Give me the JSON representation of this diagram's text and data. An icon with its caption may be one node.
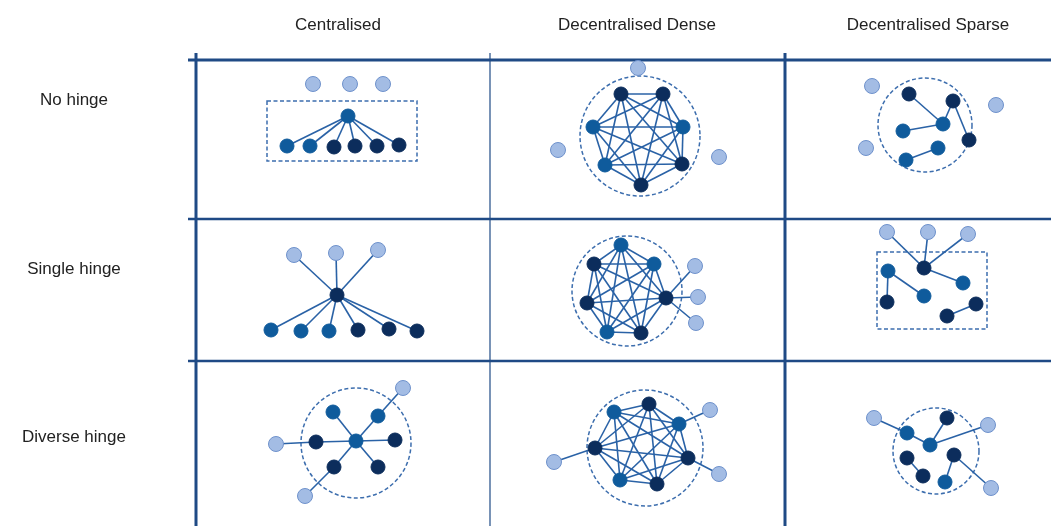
{
  "diagram": {
    "labels": [
      "Centralised",
      "Decentralised Dense",
      "Decentralised Sparse",
      "No hinge",
      "Single hinge",
      "Diverse hinge"
    ]
  }
}
